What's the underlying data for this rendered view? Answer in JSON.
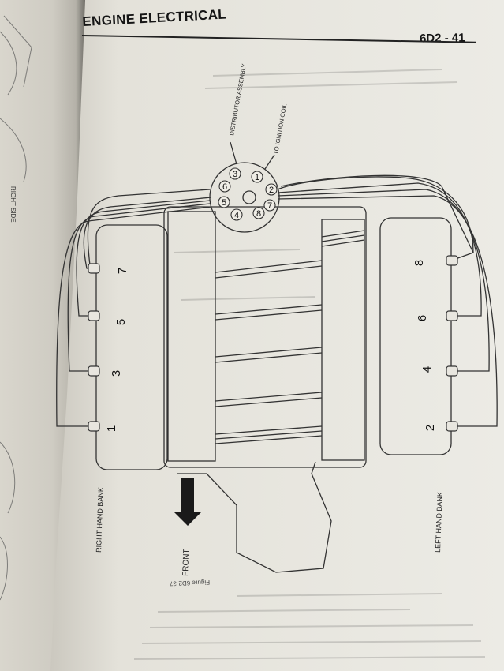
{
  "header": {
    "section_title": "ENGINE ELECTRICAL",
    "page_number": "6D2 - 41"
  },
  "diagram": {
    "distributor_label": "DISTRIBUTOR ASSEMBLY",
    "ignition_coil_label": "TO IGNITION COIL",
    "distributor_terminals": [
      "1",
      "2",
      "3",
      "4",
      "5",
      "6",
      "7",
      "8"
    ],
    "right_bank_cylinders": [
      "7",
      "5",
      "3",
      "1"
    ],
    "left_bank_cylinders": [
      "8",
      "6",
      "4",
      "2"
    ],
    "right_bank_label": "RIGHT HAND BANK",
    "left_bank_label": "LEFT HAND BANK",
    "front_label": "FRONT",
    "left_page_fragment": "RIGHT SIDE"
  },
  "footer": {
    "figure_caption": "Figure 6D2-37"
  }
}
